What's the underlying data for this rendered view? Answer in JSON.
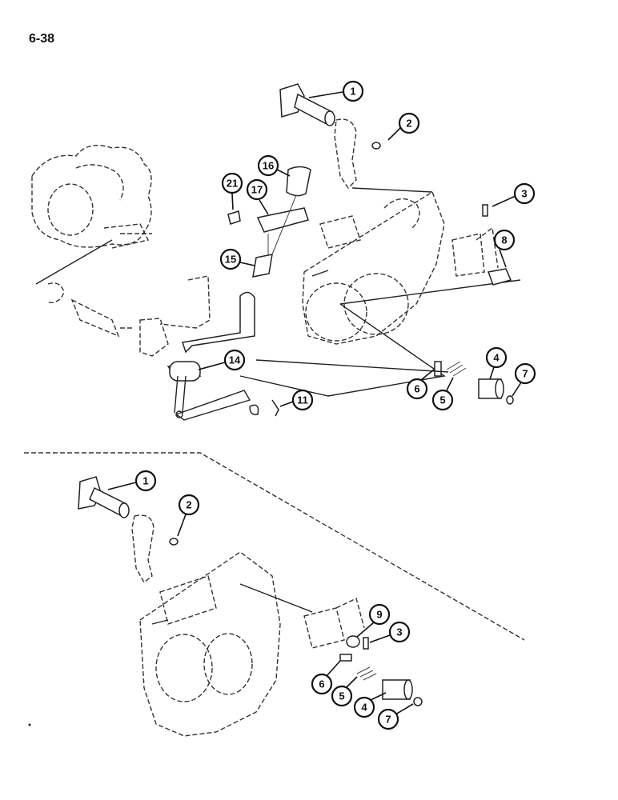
{
  "page": {
    "number": "6-38"
  },
  "callouts": {
    "top": [
      "1",
      "2",
      "3",
      "8",
      "16",
      "17",
      "21",
      "15",
      "14",
      "11",
      "6",
      "5",
      "4",
      "7"
    ],
    "bottom": [
      "1",
      "2",
      "9",
      "3",
      "6",
      "5",
      "4",
      "7"
    ]
  },
  "colors": {
    "ink": "#111111",
    "paper": "#ffffff"
  }
}
